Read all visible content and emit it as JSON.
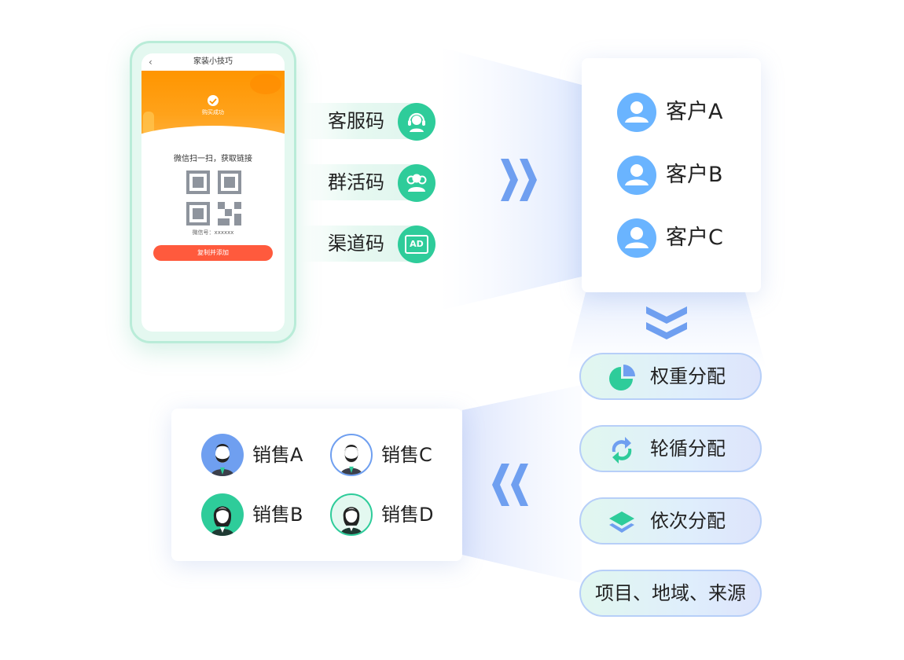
{
  "phone": {
    "title": "家装小技巧",
    "back": "‹",
    "success": "购买成功",
    "scan_text": "微信扫一扫，获取链接",
    "wechat_id": "微信号：xxxxxx",
    "copy_button": "复制并添加"
  },
  "codes": [
    {
      "label": "客服码",
      "icon": "headset-icon"
    },
    {
      "label": "群活码",
      "icon": "group-icon"
    },
    {
      "label": "渠道码",
      "icon": "ad-icon",
      "icon_text": "AD"
    }
  ],
  "customers": [
    {
      "label": "客户A"
    },
    {
      "label": "客户B"
    },
    {
      "label": "客户C"
    }
  ],
  "methods": [
    {
      "label": "权重分配",
      "icon": "pie-chart-icon"
    },
    {
      "label": "轮循分配",
      "icon": "cycle-icon"
    },
    {
      "label": "依次分配",
      "icon": "layers-icon"
    },
    {
      "label": "项目、地域、来源"
    }
  ],
  "sales": [
    {
      "label": "销售A"
    },
    {
      "label": "销售B"
    },
    {
      "label": "销售C"
    },
    {
      "label": "销售D"
    }
  ],
  "colors": {
    "green": "#2ecc9a",
    "blue": "#6ab4ff",
    "arrow_blue": "#6f9ff0",
    "orange": "#ff9500",
    "button_red": "#ff5a3d"
  }
}
